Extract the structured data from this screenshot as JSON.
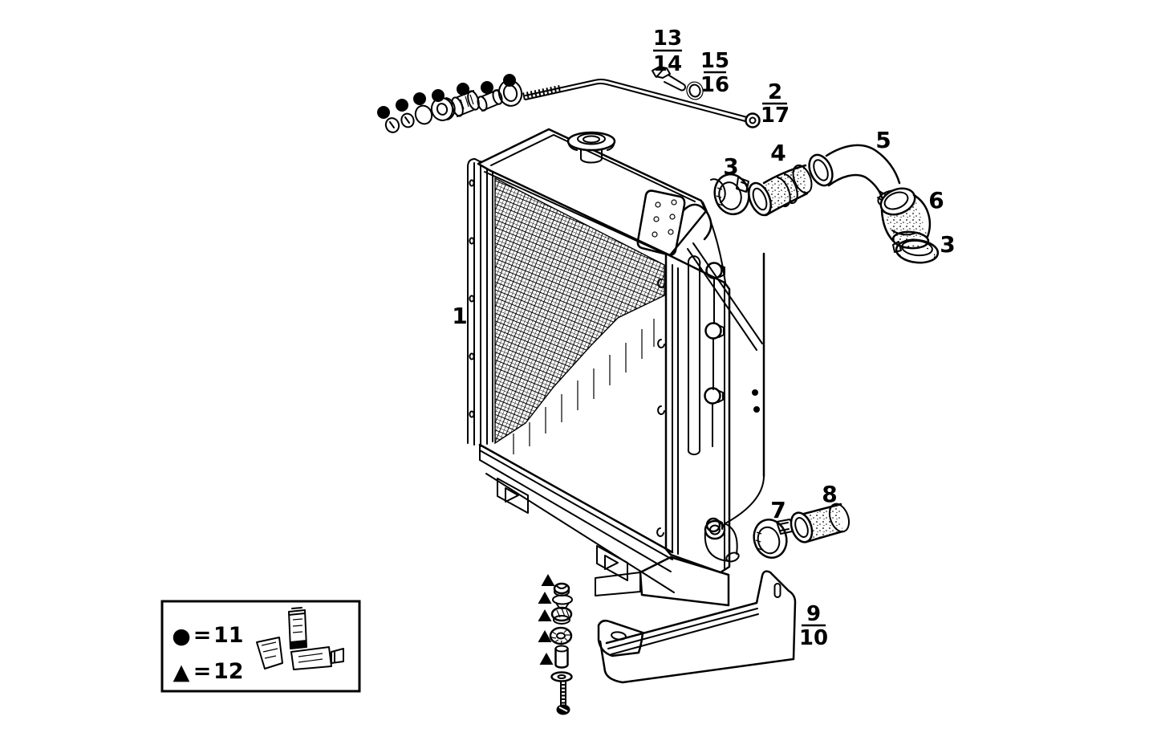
{
  "figure": {
    "kind": "exploded-parts-diagram",
    "subject": "Radiator assembly with hoses, clamps, stay rod and mounting hardware",
    "ink_color": "#000000",
    "paper_color": "#ffffff"
  },
  "callouts": {
    "radiator": "1",
    "hose_clamp_top": "3",
    "hose_top": "4",
    "water_pipe": "5",
    "hose_elbow": "6",
    "hose_clamp_elbow": "3",
    "hose_clamp_bottom": "7",
    "hose_bottom": "8",
    "stay_rod": {
      "num": "2",
      "den": "17"
    },
    "bolt": {
      "num": "13",
      "den": "14"
    },
    "washer": {
      "num": "15",
      "den": "16"
    },
    "bracket": {
      "num": "9",
      "den": "10"
    }
  },
  "legend": {
    "rows": [
      {
        "symbol": "●",
        "eq": "=",
        "ref": "11"
      },
      {
        "symbol": "▲",
        "eq": "=",
        "ref": "12"
      }
    ]
  },
  "markers": {
    "dot": {
      "symbol": "●",
      "count": 7,
      "refers_to": "11"
    },
    "triangle": {
      "symbol": "▲",
      "count": 5,
      "refers_to": "12"
    }
  }
}
